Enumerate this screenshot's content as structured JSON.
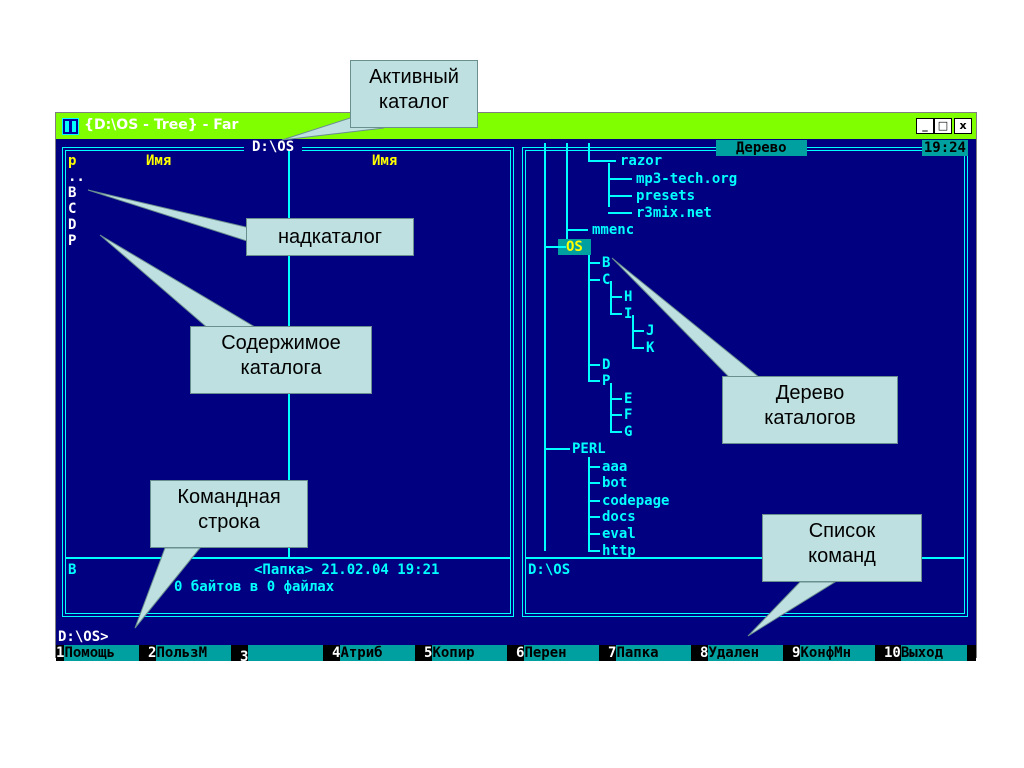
{
  "window": {
    "title": "{D:\\OS - Tree} - Far",
    "buttons": {
      "minimize": "_",
      "maximize": "□",
      "close": "x"
    }
  },
  "left_panel": {
    "title": "D:\\OS",
    "col1_header": "Имя",
    "col2_header": "Имя",
    "sort_indicator": "р",
    "items": [
      "..",
      "B",
      "C",
      "D",
      "P"
    ],
    "status_name": "B",
    "status_info": "<Папка> 21.02.04 19:21",
    "summary": "0 байтов в 0 файлах"
  },
  "right_panel": {
    "title": "Дерево",
    "clock": "19:24",
    "tree": [
      "razor",
      "mp3-tech.org",
      "presets",
      "r3mix.net",
      "mmenc",
      "OS",
      "B",
      "C",
      "H",
      "I",
      "J",
      "K",
      "D",
      "P",
      "E",
      "F",
      "G",
      "PERL",
      "aaa",
      "bot",
      "codepage",
      "docs",
      "eval",
      "http"
    ],
    "status_path": "D:\\OS"
  },
  "command_line": "D:\\OS>",
  "keybar": [
    {
      "num": "1",
      "label": "Помощь"
    },
    {
      "num": "2",
      "label": "ПользМ"
    },
    {
      "num": "3",
      "label": ""
    },
    {
      "num": "4",
      "label": "Атриб"
    },
    {
      "num": "5",
      "label": "Копир"
    },
    {
      "num": "6",
      "label": "Перен"
    },
    {
      "num": "7",
      "label": "Папка"
    },
    {
      "num": "8",
      "label": "Удален"
    },
    {
      "num": "9",
      "label": "КонфМн"
    },
    {
      "num": "10",
      "label": "Выход"
    }
  ],
  "callouts": {
    "active_dir": "Активный\nкаталог",
    "parent_dir": "надкаталог",
    "dir_contents": "Содержимое\nкаталога",
    "dir_tree": "Дерево\nкаталогов",
    "command_line": "Командная\nстрока",
    "command_list": "Список\nкоманд"
  },
  "colors": {
    "background": "#000080",
    "frame": "#00ffff",
    "titlebar": "#80ff00",
    "highlight": "#00a0a0",
    "callout": "#bfe0e0"
  }
}
